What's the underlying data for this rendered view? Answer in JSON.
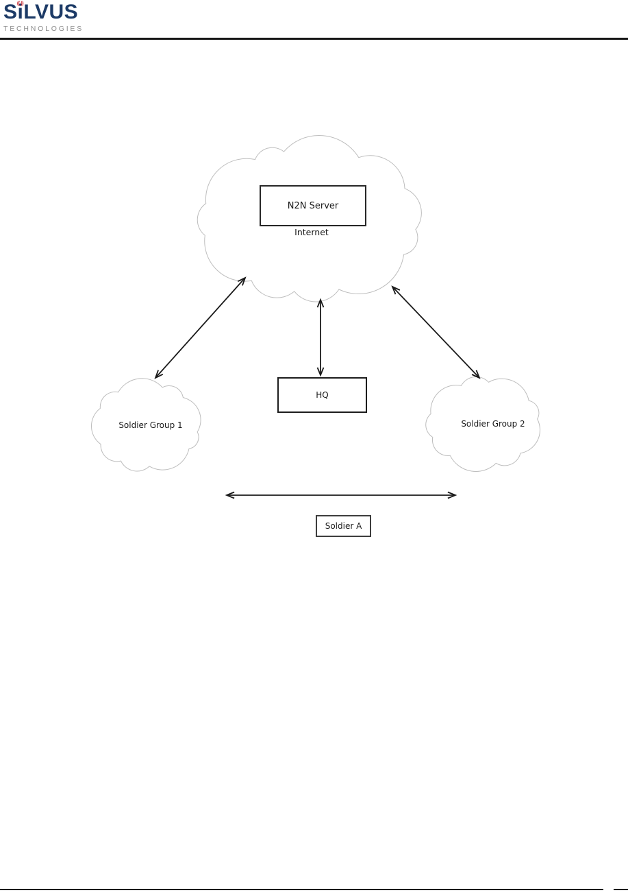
{
  "header": {
    "logo": {
      "brand": "SiLVUS",
      "sub": "TECHNOLOGIES",
      "signal_glyph": "((·))"
    }
  },
  "diagram": {
    "internet_cloud": {
      "server_label": "N2N Server",
      "label": "Internet"
    },
    "hq_label": "HQ",
    "group1_label": "Soldier Group 1",
    "group2_label": "Soldier Group 2",
    "soldier_a_label": "Soldier A"
  },
  "colors": {
    "brand_navy": "#1C3A66",
    "brand_red": "#C8232B",
    "brand_gray": "#8C8C8C",
    "line": "#1A1A1A",
    "cloud_stroke": "#BDBDBD",
    "rule": "#161616"
  }
}
